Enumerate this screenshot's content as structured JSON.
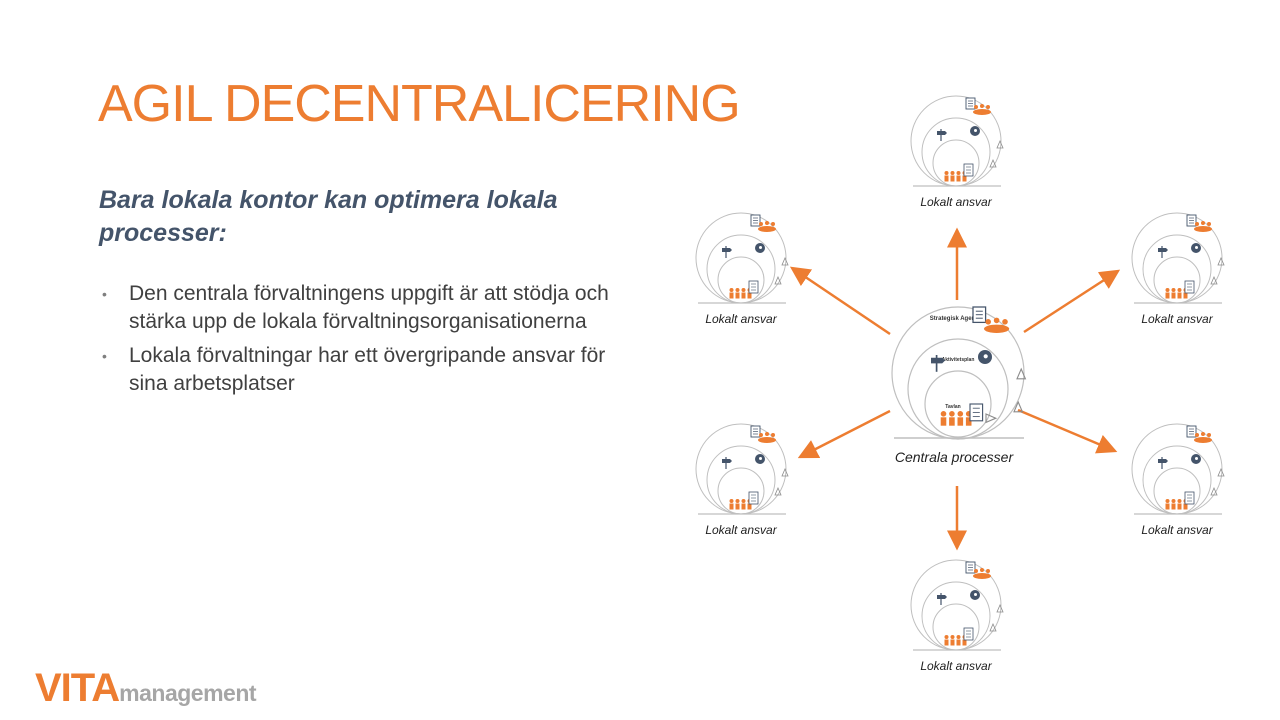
{
  "slide": {
    "title": "AGIL DECENTRALICERING",
    "subtitle": "Bara lokala kontor kan optimera lokala processer:",
    "bullets": [
      "Den centrala förvaltningens uppgift är att stödja och stärka upp de lokala förvaltningsorganisationerna",
      "Lokala förvaltningar har ett övergripande ansvar för sina arbetsplatser"
    ]
  },
  "diagram": {
    "center": {
      "label": "Centrala processer",
      "layers": [
        "Strategisk Agenda",
        "Aktivitetsplan",
        "Tavlan"
      ]
    },
    "satellite_label": "Lokalt ansvar",
    "satellite_count": 6,
    "colors": {
      "accent": "#ed7d31",
      "circle": "#bfbfbf",
      "icon": "#44546a"
    }
  },
  "logo": {
    "brand": "VITA",
    "suffix": "management"
  }
}
